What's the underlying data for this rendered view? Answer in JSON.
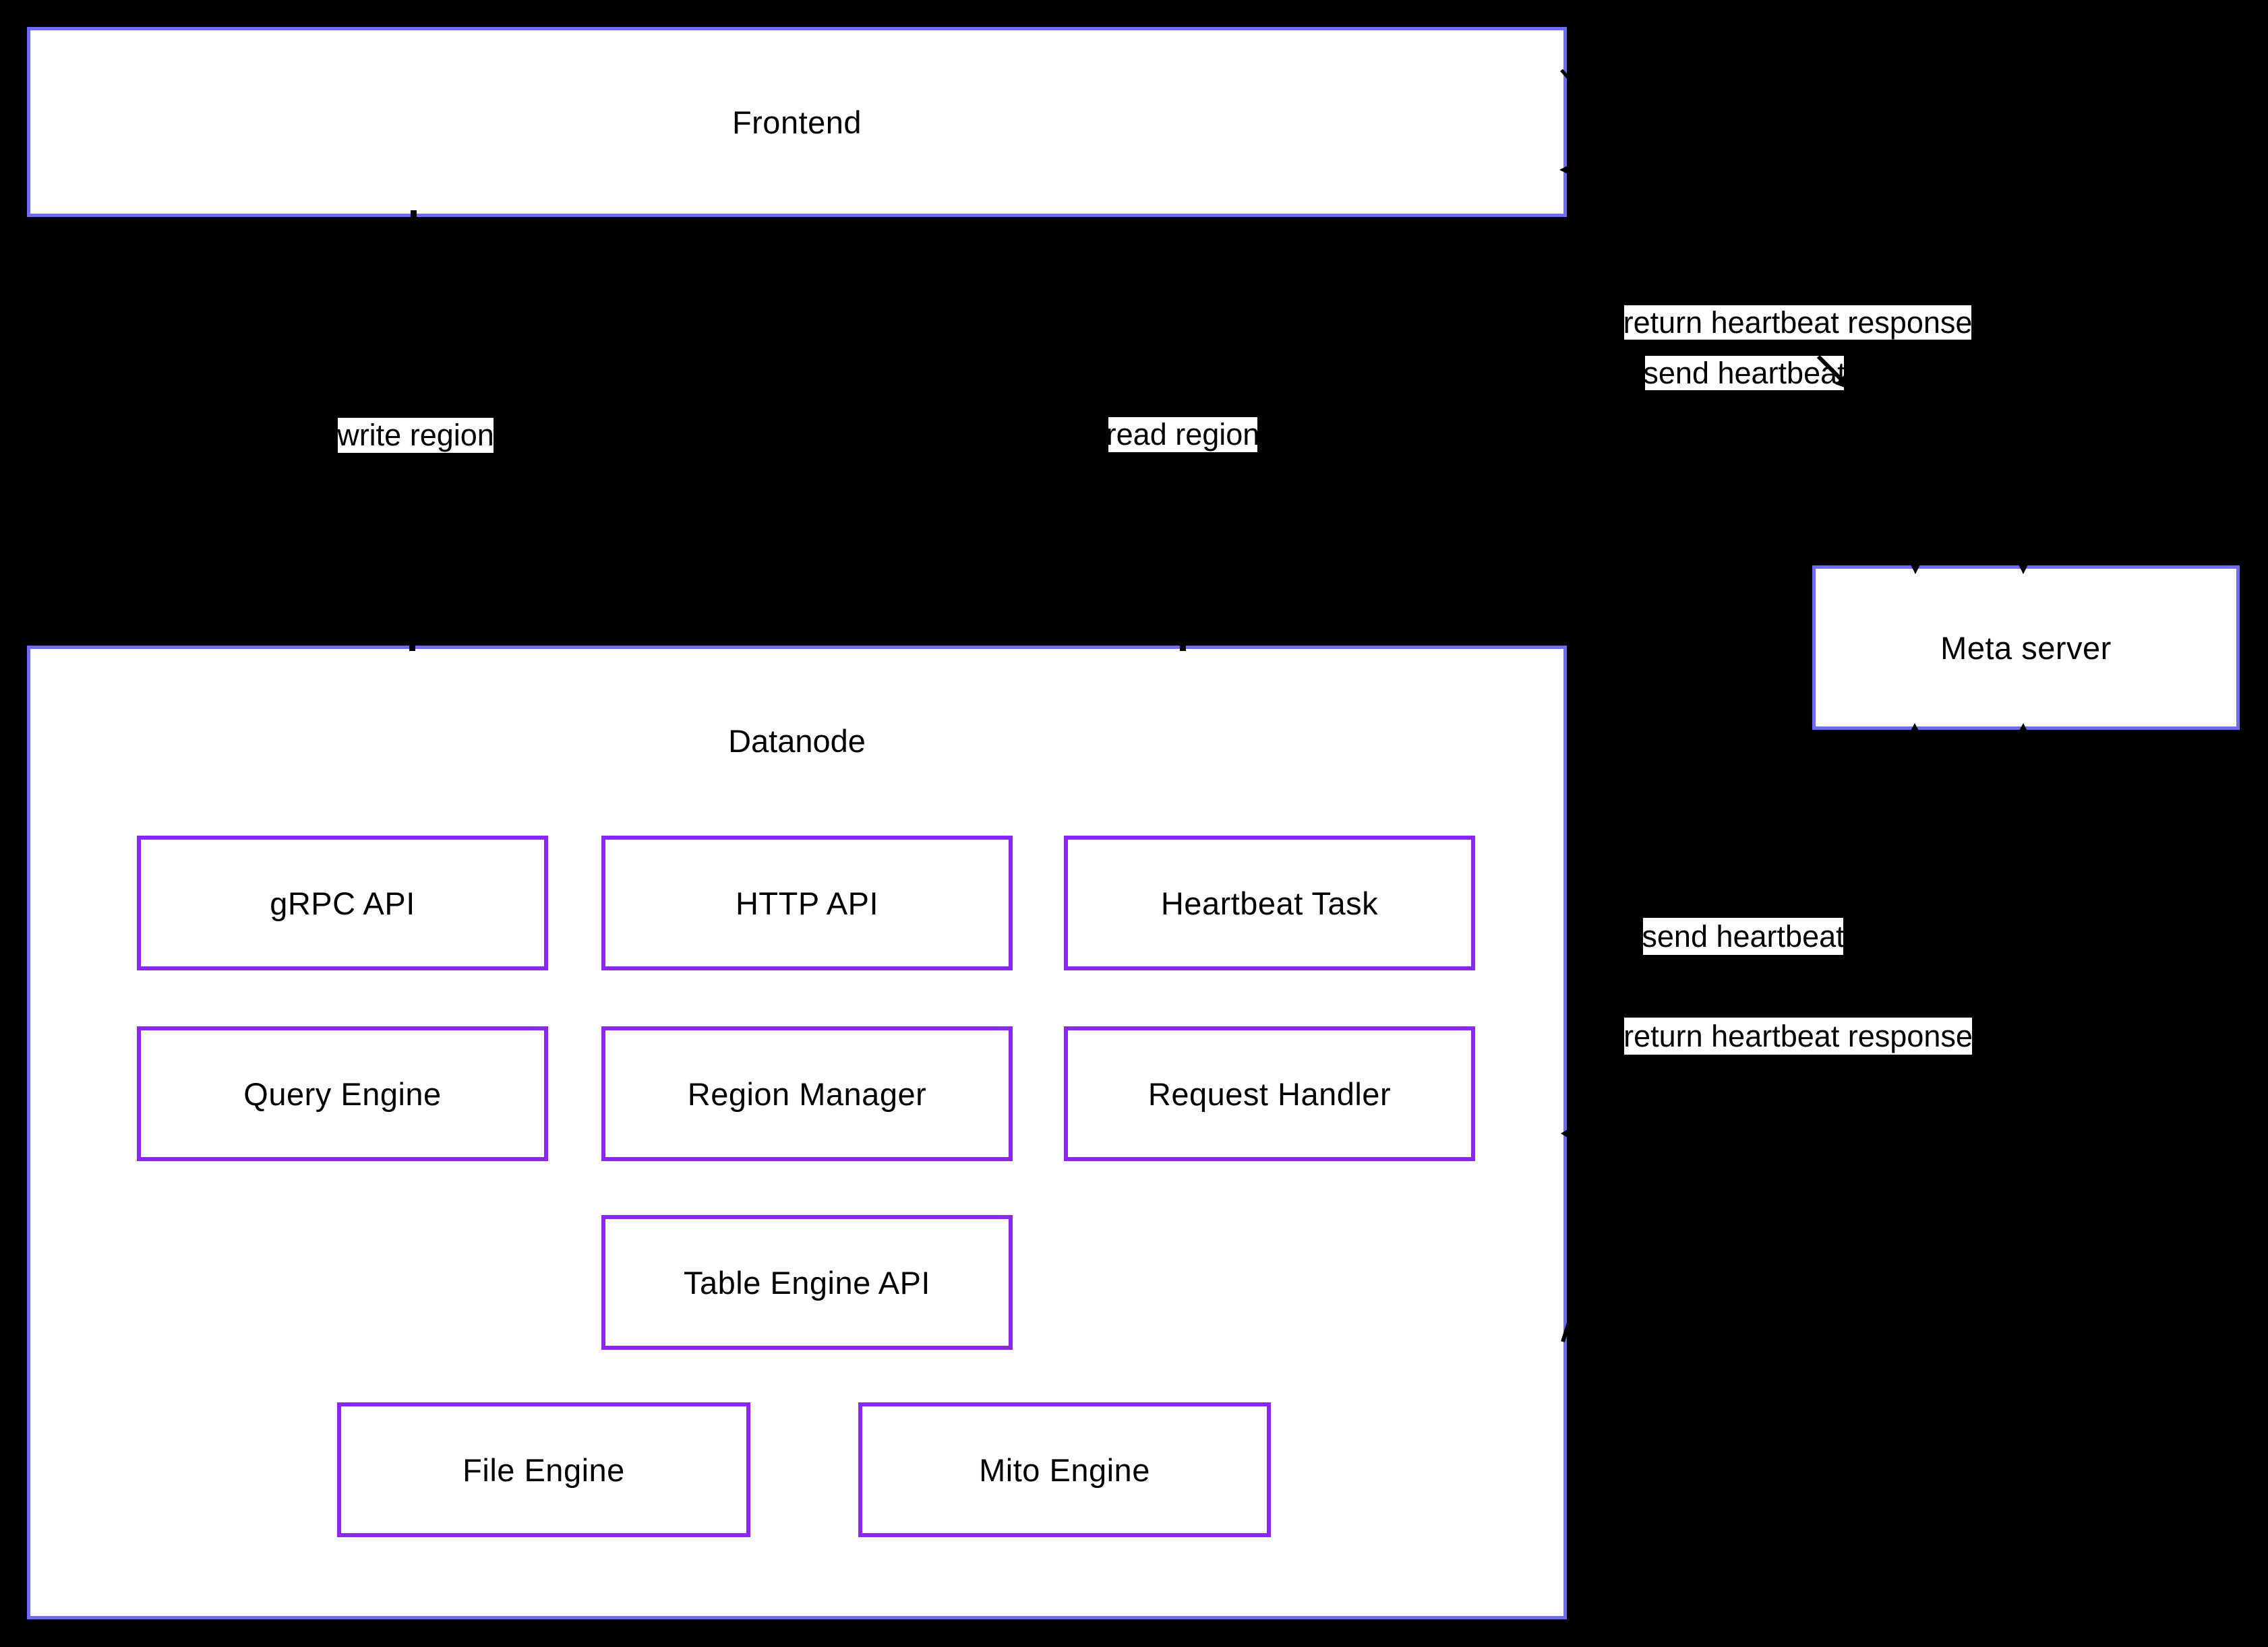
{
  "colors": {
    "background": "#000000",
    "outer_border": "#6f6cf9",
    "inner_border": "#8c26f3",
    "box_fill": "#ffffff",
    "text": "#000000",
    "edge_label_background": "#ffffff",
    "edge_color": "#000000"
  },
  "nodes": {
    "frontend": {
      "label": "Frontend"
    },
    "datanode": {
      "label": "Datanode"
    },
    "meta_server": {
      "label": "Meta server"
    },
    "grpc_api": {
      "label": "gRPC API"
    },
    "http_api": {
      "label": "HTTP API"
    },
    "heartbeat_task": {
      "label": "Heartbeat Task"
    },
    "query_engine": {
      "label": "Query Engine"
    },
    "region_manager": {
      "label": "Region Manager"
    },
    "request_handler": {
      "label": "Request Handler"
    },
    "table_engine_api": {
      "label": "Table Engine API"
    },
    "file_engine": {
      "label": "File Engine"
    },
    "mito_engine": {
      "label": "Mito Engine"
    }
  },
  "edge_labels": {
    "write_region": {
      "text": "write region"
    },
    "read_region": {
      "text": "read region"
    },
    "send_heartbeat_frontend": {
      "text": "send heartbeat"
    },
    "return_heartbeat_frontend": {
      "text": "return heartbeat response"
    },
    "send_heartbeat_datanode": {
      "text": "send heartbeat"
    },
    "return_heartbeat_datanode": {
      "text": "return heartbeat response"
    }
  }
}
